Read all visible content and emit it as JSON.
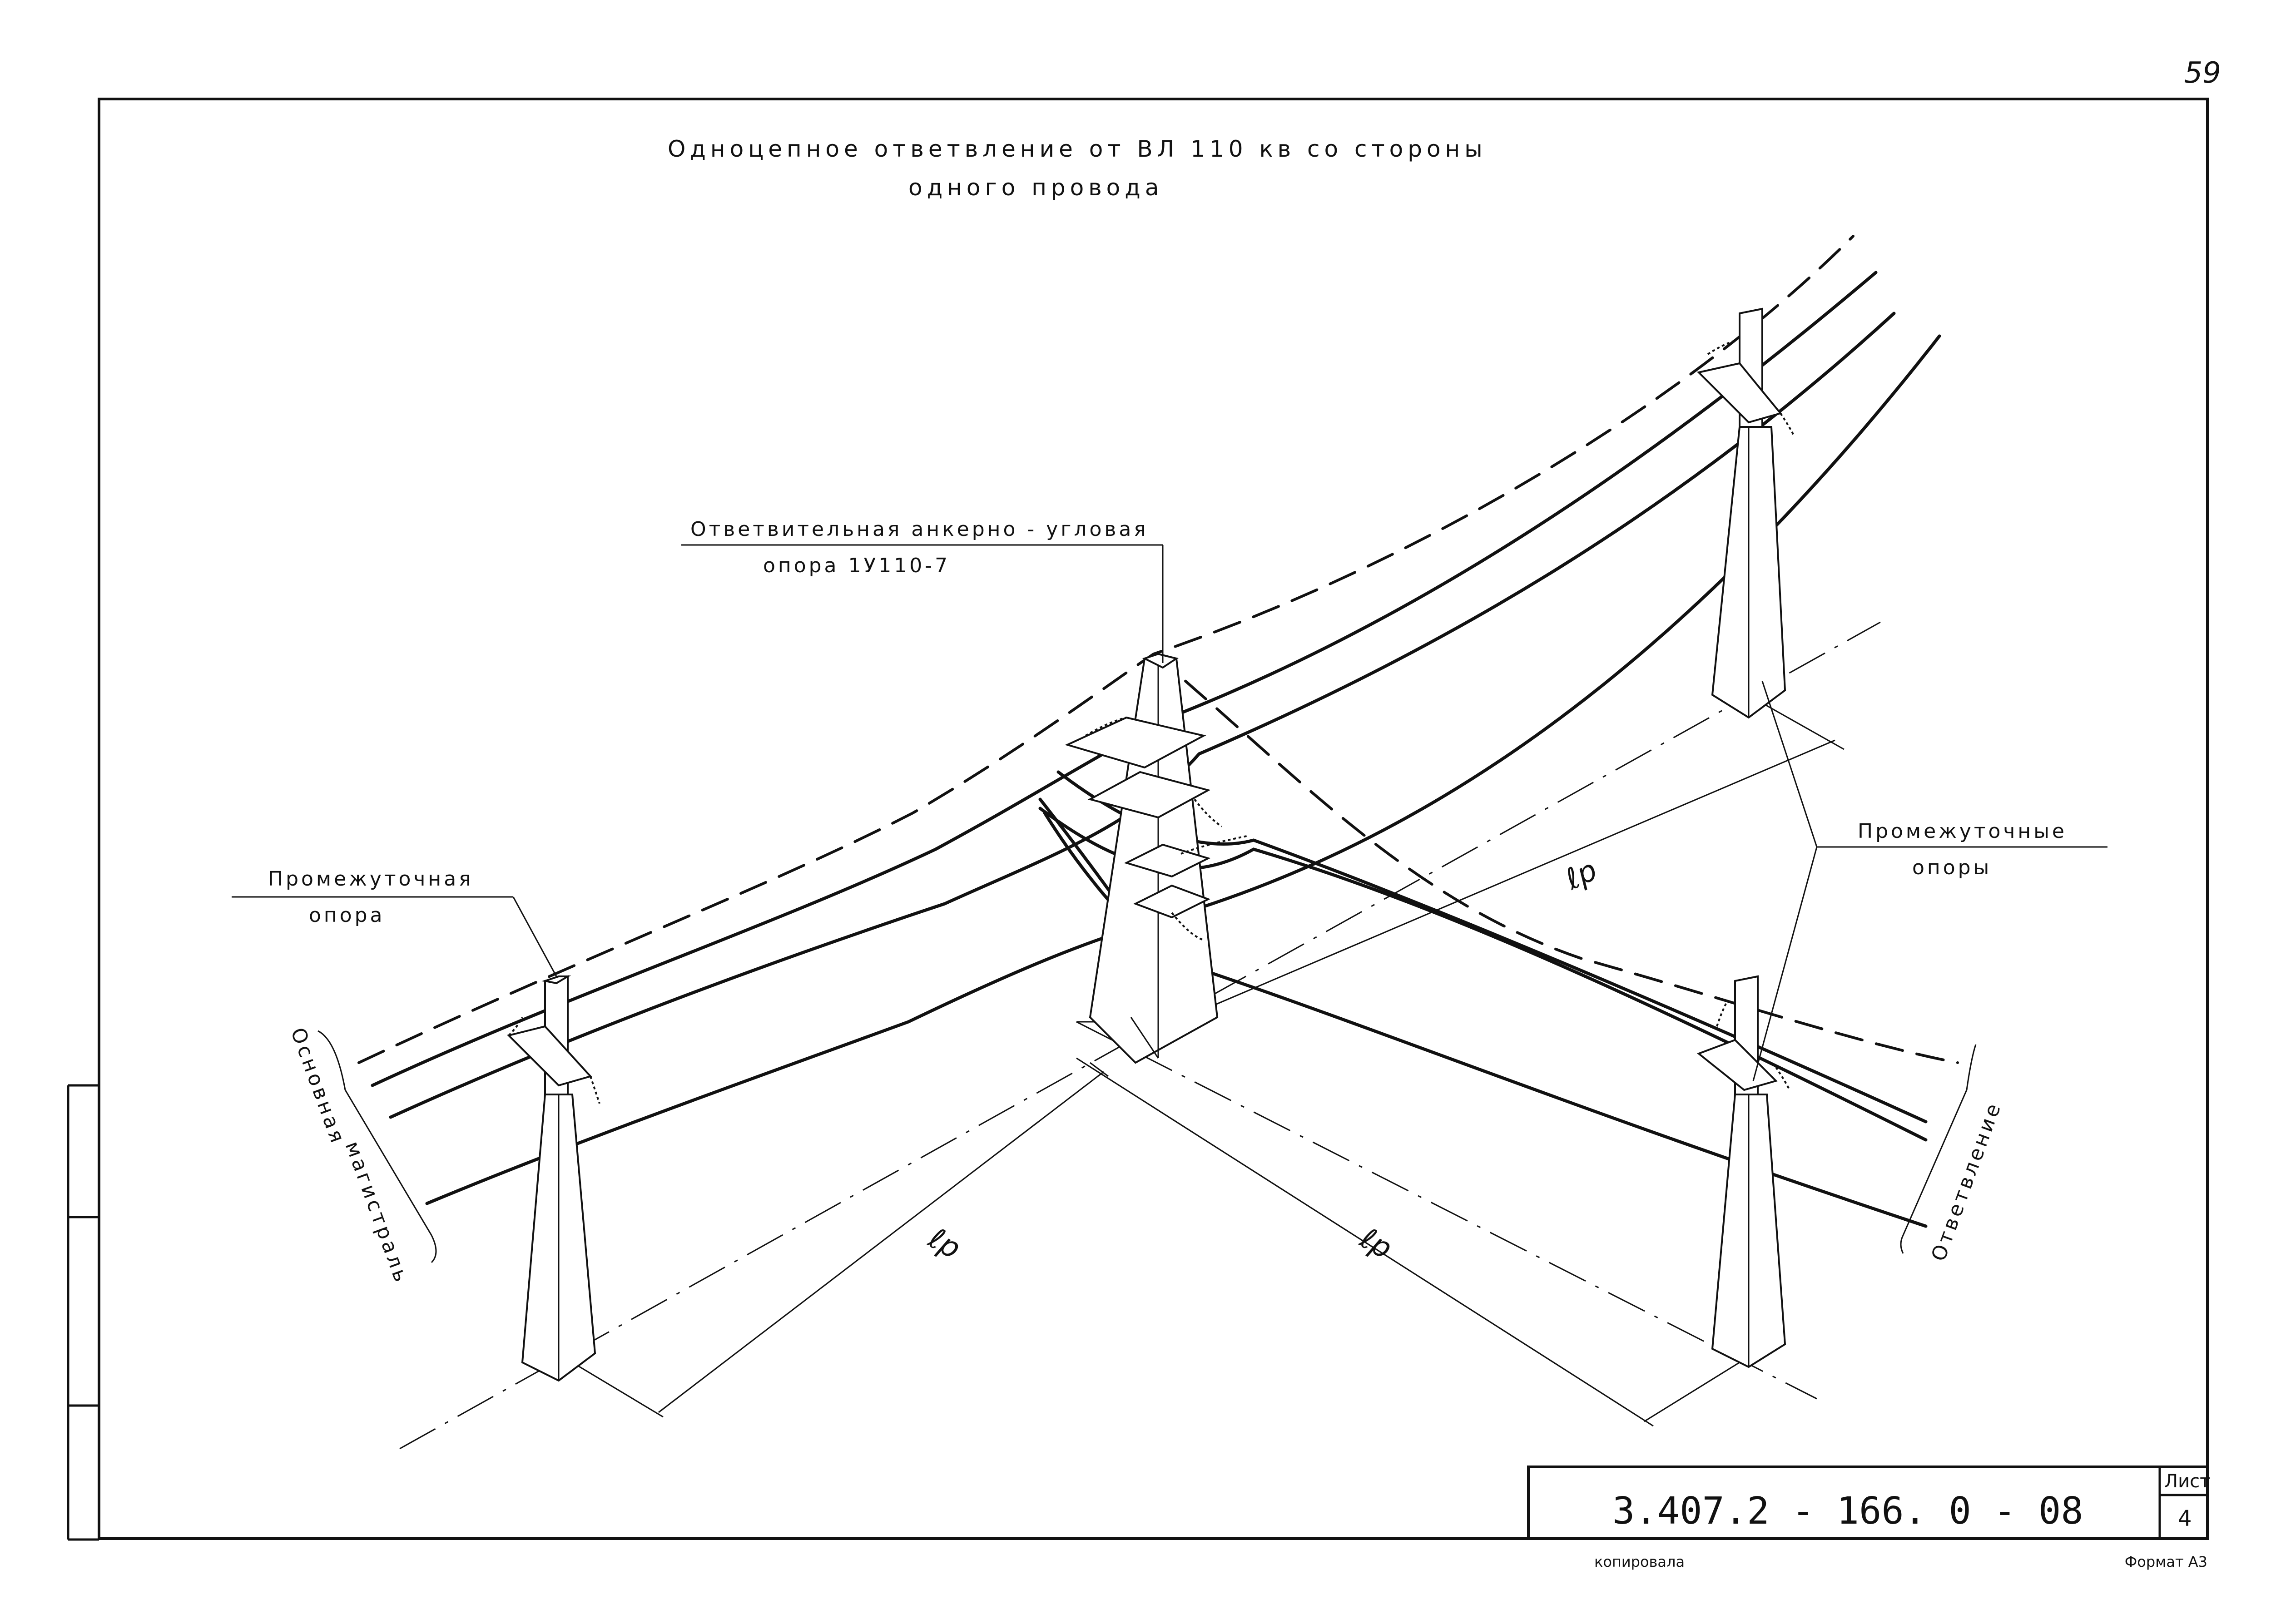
{
  "page_number": "59",
  "title": {
    "line1": "Одноцепное  ответвление  от  ВЛ 110 кв  со  стороны",
    "line2": "одного  провода"
  },
  "labels": {
    "branch_pole_line1": "Ответвительная  анкерно - угловая",
    "branch_pole_line2": "опора  1У110-7",
    "intermediate_pole_line1": "Промежуточная",
    "intermediate_pole_line2": "опора",
    "intermediate_poles_line1": "Промежуточные",
    "intermediate_poles_line2": "опоры",
    "main_line_1": "Основная",
    "main_line_2": "магистраль",
    "branch": "Ответвление",
    "span_1": "ℓр",
    "span_2": "ℓр",
    "span_3": "ℓр"
  },
  "title_block": {
    "code": "3.407.2 - 166. 0 - 08",
    "sheet_label": "Лист",
    "sheet_number": "4"
  },
  "footer": {
    "copied": "копировала",
    "format": "Формат А3"
  }
}
